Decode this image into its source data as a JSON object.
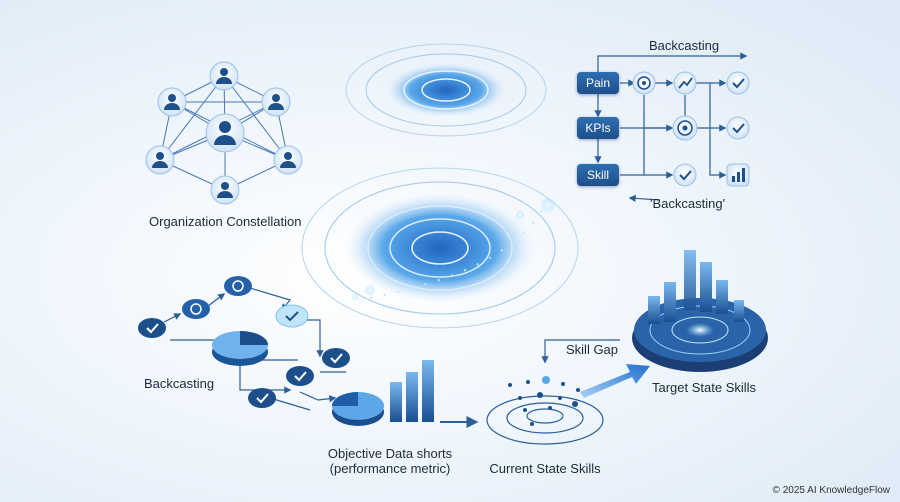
{
  "labels": {
    "org": "Organization Constellation",
    "backcasting_top": "Backcasting",
    "backcasting_quote": "'Backcasting'",
    "backcasting_left": "Backcasting",
    "objective_line1": "Objective Data shorts",
    "objective_line2": "(performance metric)",
    "current": "Current State Skills",
    "skill_gap": "Skill Gap",
    "target": "Target State Skills"
  },
  "flow_boxes": [
    "Pain",
    "KPIs",
    "Skill"
  ],
  "copyright": "© 2025 AI KnowledgeFlow",
  "colors": {
    "primary": "#1d5a9e",
    "accent": "#4aa3f0",
    "text": "#1b2a3a"
  },
  "icons": [
    "person-icon",
    "target-icon",
    "trend-icon",
    "check-icon",
    "bar-chart-icon",
    "pie-chart-icon"
  ]
}
